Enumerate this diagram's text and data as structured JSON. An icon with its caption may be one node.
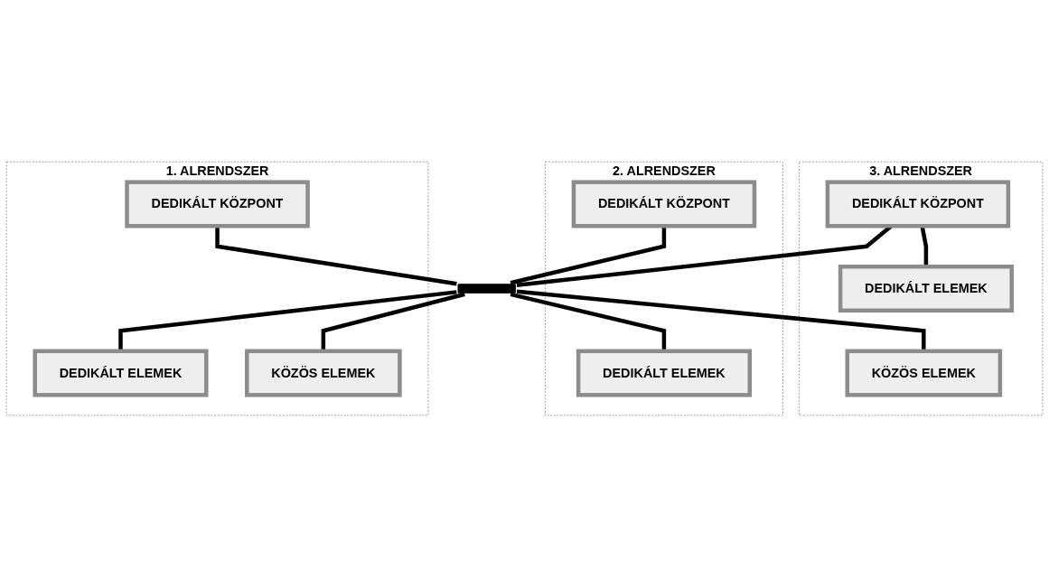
{
  "diagram": {
    "nodes": [
      {
        "text": [
          "1. ALRENDSZER"
        ]
      },
      {
        "text": [
          "DEDIKÁLT KÖZPONT"
        ],
        "in": 0
      },
      {
        "text": [
          "DEDIKÁLT ELEMEK"
        ],
        "in": 0
      },
      {
        "text": [
          "KÖZÖS ELEMEK"
        ],
        "in": 0
      },
      {
        "text": [
          "2. ALRENDSZER"
        ]
      },
      {
        "text": [
          "DEDIKÁLT KÖZPONT"
        ],
        "in": 4
      },
      {
        "text": [
          "DEDIKÁLT ELEMEK"
        ],
        "in": 4
      },
      {
        "text": [
          "3. ALRENDSZER"
        ]
      },
      {
        "text": [
          "DEDIKÁLT KÖZPONT"
        ],
        "in": 7
      },
      {
        "text": [
          "KÖZÖS ELEMEK"
        ],
        "in": 7
      },
      {
        "text": [
          "DEDIKÁLT ELEMEK"
        ],
        "in": 7
      },
      {
        "text": [],
        "shape": "bar"
      }
    ],
    "edges": [
      {
        "from": 1,
        "to": 11,
        "arrow": "none"
      },
      {
        "from": 11,
        "to": 2,
        "arrow": "none"
      },
      {
        "from": 11,
        "to": 3,
        "arrow": "none"
      },
      {
        "from": 5,
        "to": 11,
        "arrow": "none"
      },
      {
        "from": 11,
        "to": 6,
        "arrow": "none"
      },
      {
        "from": 8,
        "to": 11,
        "arrow": "none"
      },
      {
        "from": 11,
        "to": 9,
        "arrow": "none"
      },
      {
        "from": 8,
        "to": 10,
        "arrow": "none"
      }
    ]
  }
}
